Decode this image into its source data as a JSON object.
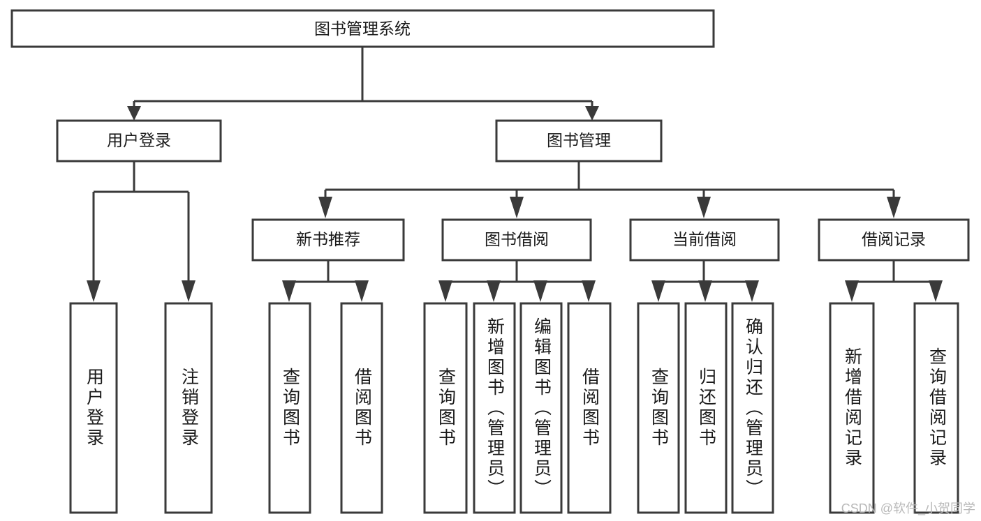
{
  "diagram": {
    "title": "图书管理系统",
    "type": "hierarchy-tree",
    "watermark": "CSDN @软件_小贺同学",
    "colors": {
      "stroke": "#3a3a3a",
      "fill": "#ffffff",
      "text": "#1a1a1a",
      "watermark": "#b9b9b9"
    },
    "root": {
      "label": "图书管理系统"
    },
    "level2": [
      {
        "id": "user-login",
        "label": "用户登录"
      },
      {
        "id": "book-management",
        "label": "图书管理"
      }
    ],
    "level3": [
      {
        "id": "new-book-recommend",
        "label": "新书推荐"
      },
      {
        "id": "book-borrow",
        "label": "图书借阅"
      },
      {
        "id": "current-borrow",
        "label": "当前借阅"
      },
      {
        "id": "borrow-record",
        "label": "借阅记录"
      }
    ],
    "leaves": {
      "user_login": [
        {
          "id": "leaf-user-login",
          "label": "用户登录"
        },
        {
          "id": "leaf-logout-login",
          "label": "注销登录"
        }
      ],
      "new_book_recommend": [
        {
          "id": "leaf-query-book-1",
          "label": "查询图书"
        },
        {
          "id": "leaf-borrow-book-1",
          "label": "借阅图书"
        }
      ],
      "book_borrow": [
        {
          "id": "leaf-query-book-2",
          "label": "查询图书"
        },
        {
          "id": "leaf-add-book",
          "label": "新增图书（管理员）"
        },
        {
          "id": "leaf-edit-book",
          "label": "编辑图书（管理员）"
        },
        {
          "id": "leaf-borrow-book-2",
          "label": "借阅图书"
        }
      ],
      "current_borrow": [
        {
          "id": "leaf-query-book-3",
          "label": "查询图书"
        },
        {
          "id": "leaf-return-book",
          "label": "归还图书"
        },
        {
          "id": "leaf-confirm-return",
          "label": "确认归还（管理员）"
        }
      ],
      "borrow_record": [
        {
          "id": "leaf-add-borrow-record",
          "label": "新增借阅记录"
        },
        {
          "id": "leaf-query-borrow-record",
          "label": "查询借阅记录"
        }
      ]
    }
  }
}
